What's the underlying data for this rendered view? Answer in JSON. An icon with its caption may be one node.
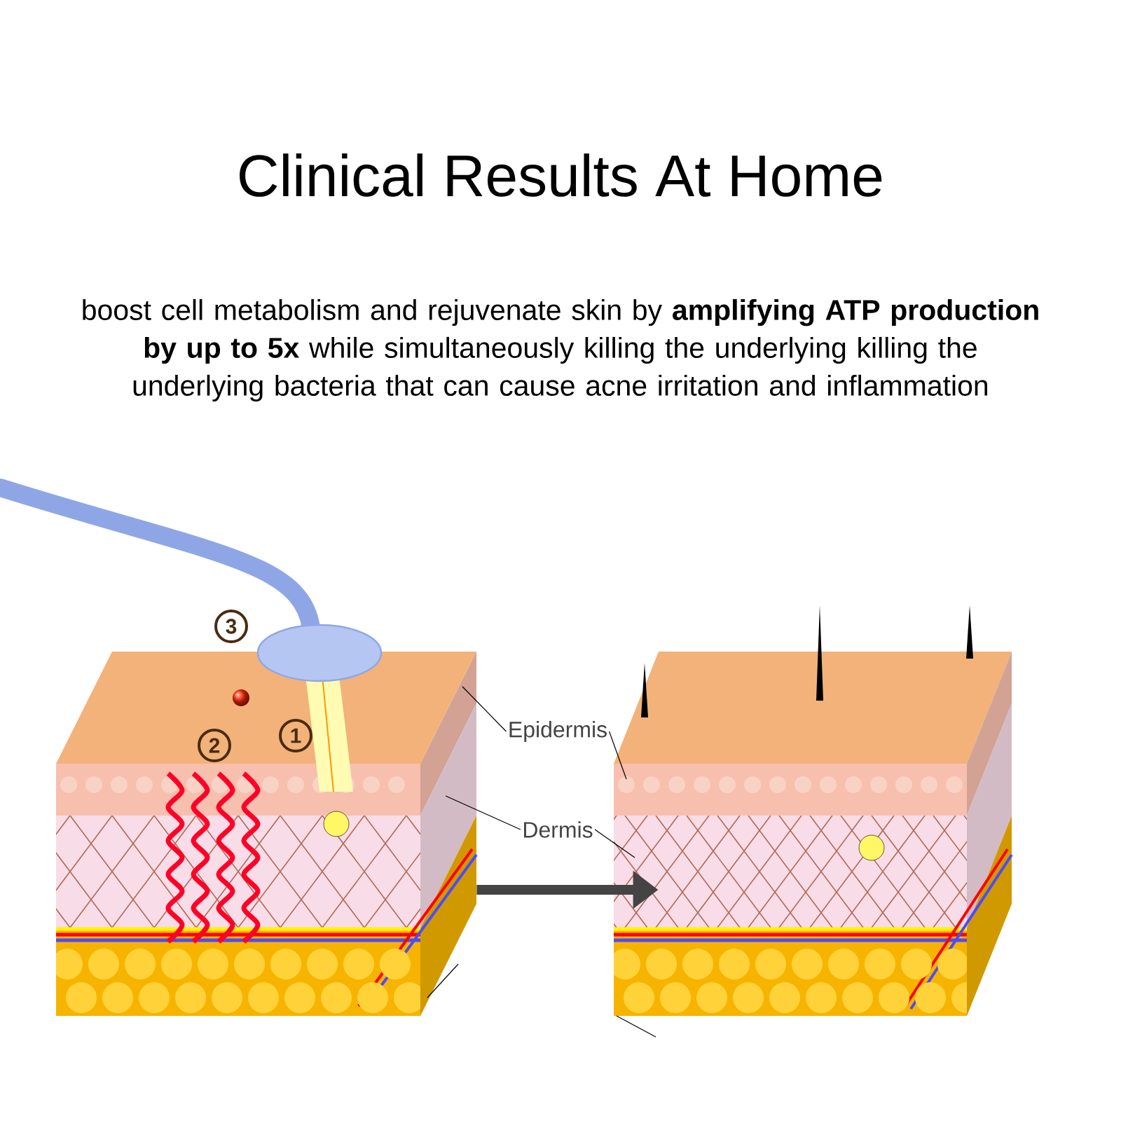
{
  "diagram": {
    "title": "Clinical Results At Home",
    "nodes": [
      {
        "text": [
          "Epidermis"
        ]
      },
      {
        "text": [
          "Dermis"
        ]
      },
      {
        "text": [],
        "shape": "picture"
      },
      {
        "text": [],
        "shape": "picture"
      }
    ],
    "edges": [
      {
        "from": 0,
        "to": 2,
        "arrow": "none"
      },
      {
        "from": 0,
        "to": 3,
        "arrow": "none"
      },
      {
        "from": 1,
        "to": 2,
        "arrow": "none"
      },
      {
        "from": 1,
        "to": 3,
        "arrow": "none"
      },
      {
        "from": 2,
        "to": 3,
        "arrow": "to",
        "style": "thick"
      }
    ],
    "labels": [
      "boost cell metabolism and rejuvenate skin by **amplifying ATP production by up to 5x** while simultaneously killing the underlying killing the underlying bacteria that can cause acne irritation and inflammation",
      "3",
      "2",
      "1"
    ]
  }
}
